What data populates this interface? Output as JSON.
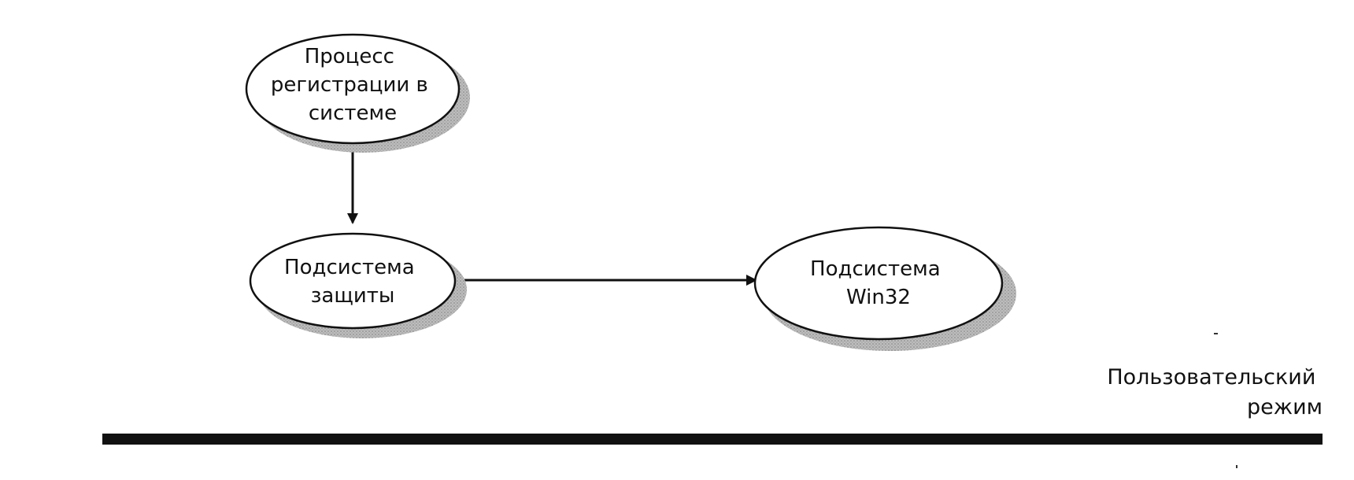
{
  "nodes": {
    "logon_process": {
      "lines": [
        "Процесс",
        "регистрации в",
        "системе"
      ]
    },
    "security_subsystem": {
      "lines": [
        "Подсистема",
        "защиты"
      ]
    },
    "win32_subsystem": {
      "lines": [
        "Подсистема",
        "Win32"
      ]
    }
  },
  "mode_label": {
    "lines": [
      "Пользовательский",
      "режим"
    ]
  },
  "colors": {
    "stroke": "#111111",
    "fill": "#ffffff",
    "shadow": "#9a9a9a"
  }
}
